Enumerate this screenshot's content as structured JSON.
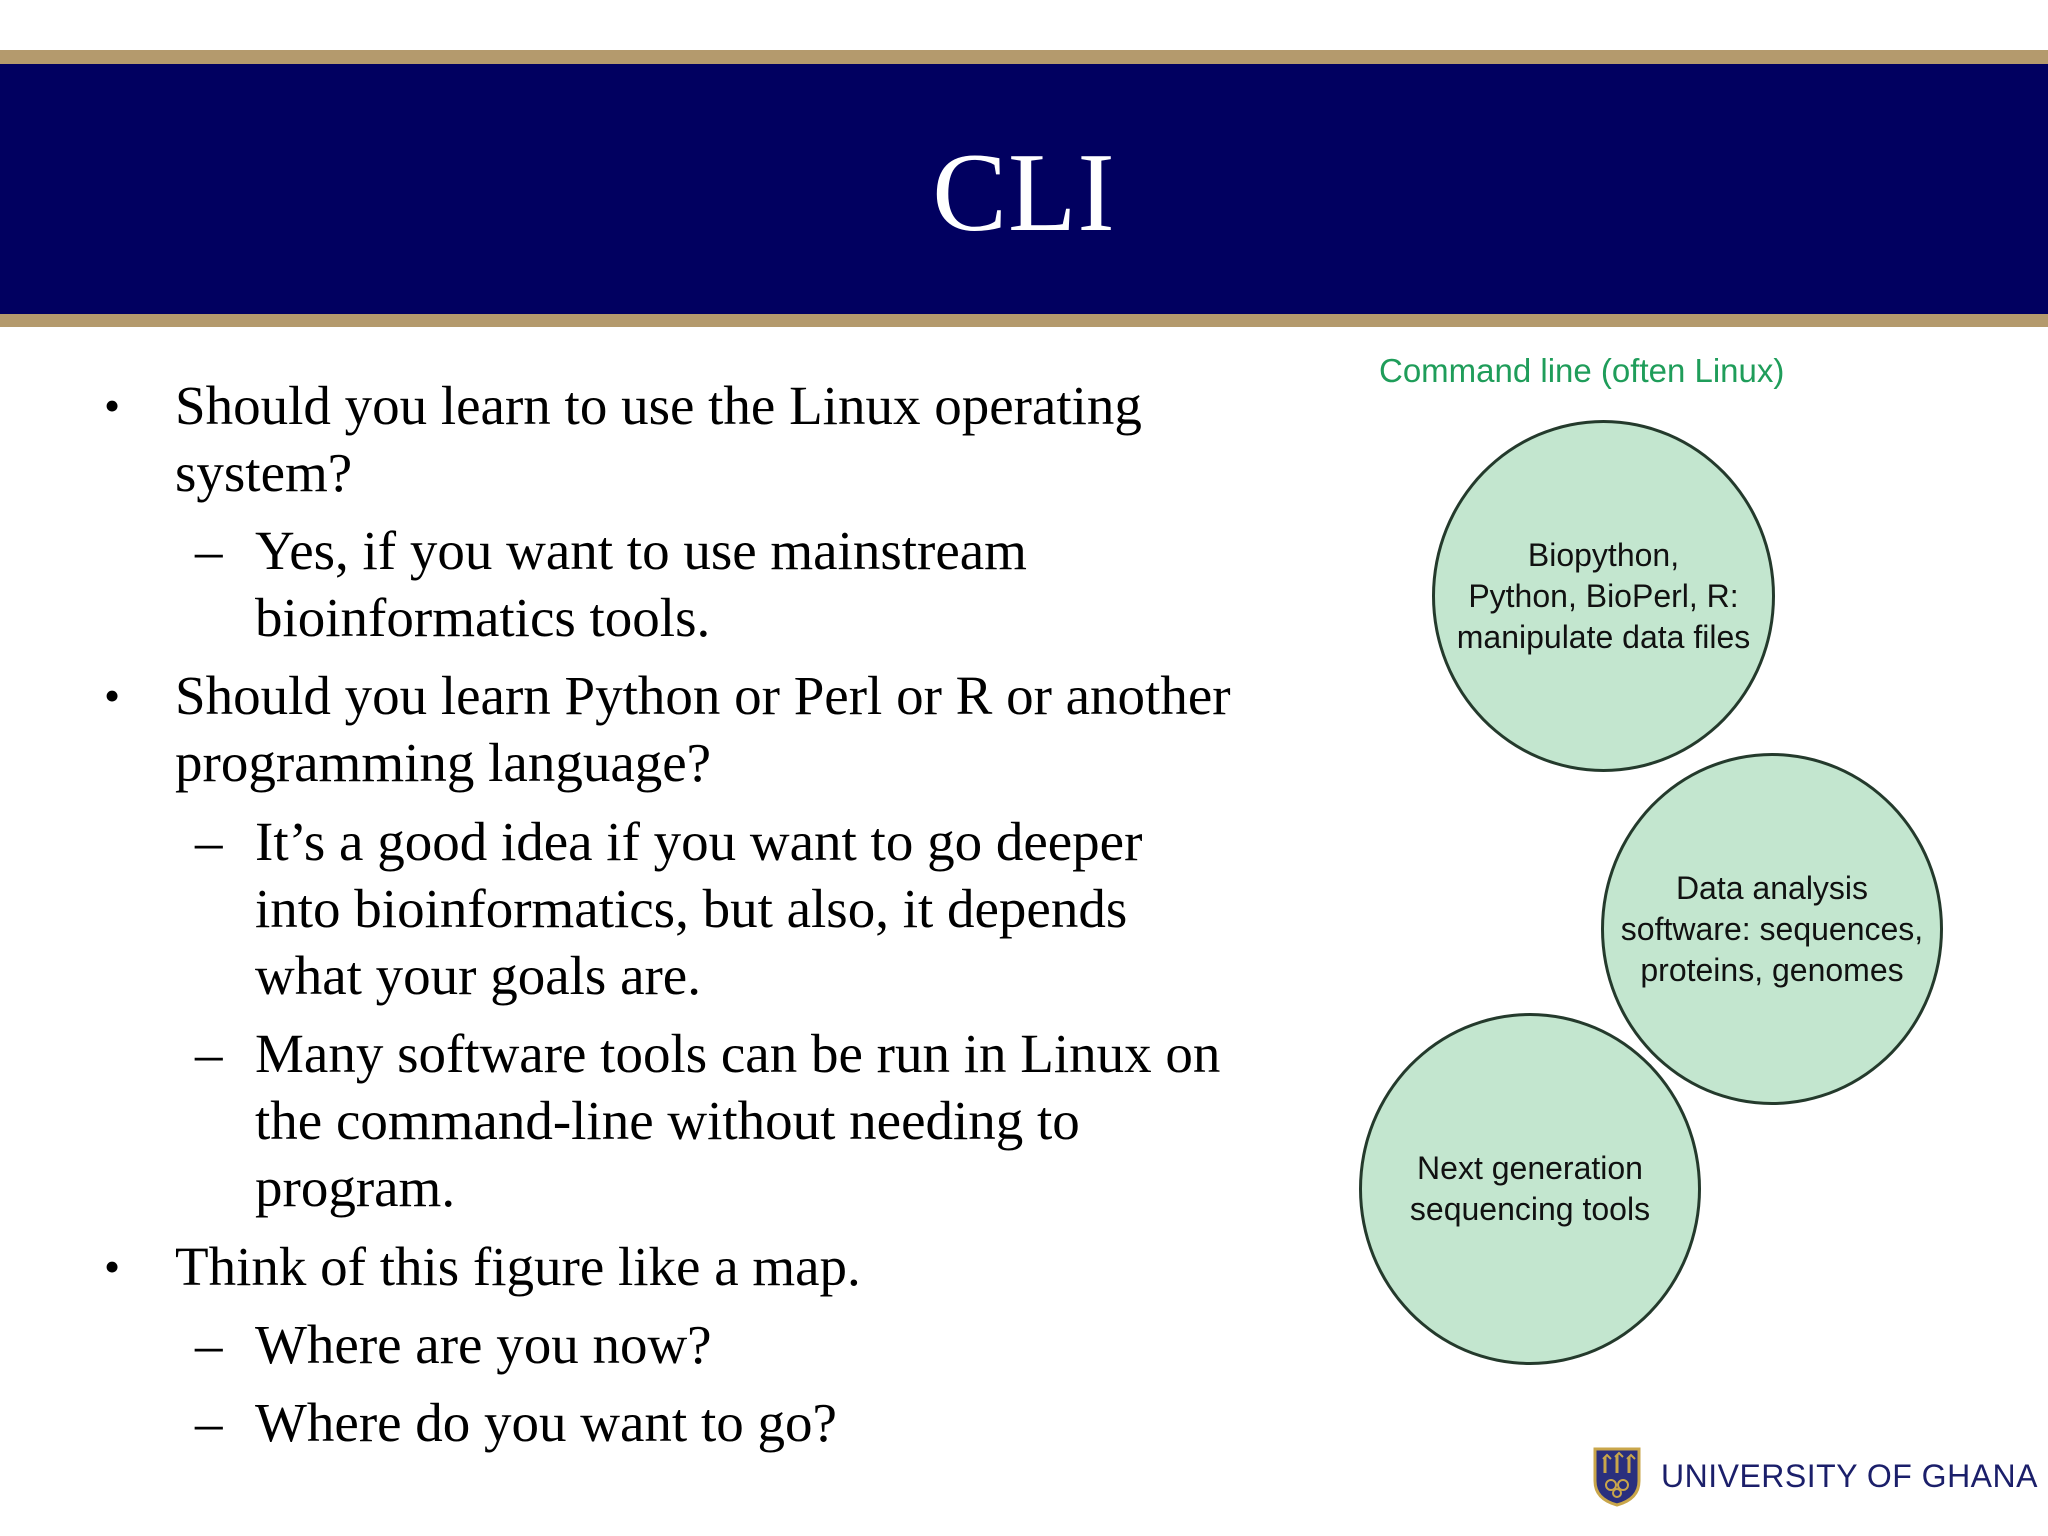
{
  "slide": {
    "title": "CLI"
  },
  "colors": {
    "title_bar": "#010060",
    "accent_rule": "#b49a6d",
    "caption_green": "#1f9d5a",
    "circle_fill": "#c3e6cf",
    "footer_text": "#1b1f6a"
  },
  "bullets": [
    {
      "marker": "•",
      "lines": [
        "Should you learn to use the Linux operating",
        "system?"
      ],
      "sub": [
        {
          "marker": "–",
          "lines": [
            "Yes, if you want to use mainstream",
            "bioinformatics tools."
          ]
        }
      ]
    },
    {
      "marker": "•",
      "lines": [
        "Should you learn Python or Perl or R or another",
        "programming language?"
      ],
      "sub": [
        {
          "marker": "–",
          "lines": [
            "It’s a good idea if you want to go deeper",
            "into bioinformatics, but also, it depends",
            "what your goals are."
          ]
        },
        {
          "marker": "–",
          "lines": [
            "Many software tools can be run in Linux on",
            "the command-line without needing to",
            "program."
          ]
        }
      ]
    },
    {
      "marker": "•",
      "lines": [
        "Think of this figure like a map."
      ],
      "sub": [
        {
          "marker": "–",
          "lines": [
            "Where are you now?"
          ]
        },
        {
          "marker": "–",
          "lines": [
            "Where do you want to go?"
          ]
        }
      ]
    }
  ],
  "diagram": {
    "caption": "Command line (often Linux)",
    "circles": [
      {
        "text": "Biopython,\nPython, BioPerl, R:\nmanipulate data files"
      },
      {
        "text": "Data analysis\nsoftware: sequences,\nproteins, genomes"
      },
      {
        "text": "Next generation\nsequencing tools"
      }
    ]
  },
  "footer": {
    "logo_text": "UNIVERSITY OF GHANA",
    "crest_icon": "university-crest-icon"
  }
}
